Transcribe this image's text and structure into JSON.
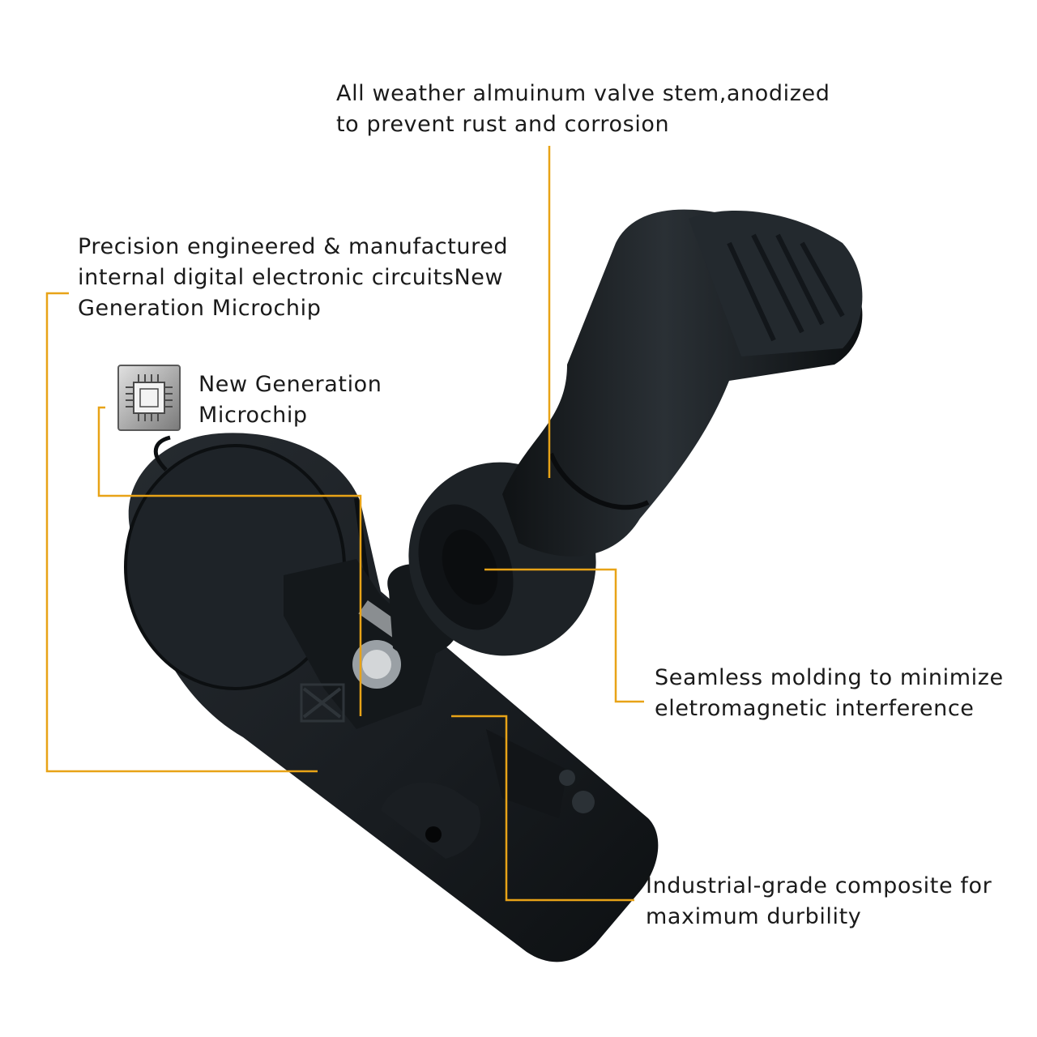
{
  "colors": {
    "leader": "#e8a317",
    "body": "#1d2226",
    "body_dark": "#0e1113",
    "brass": "#b8902a"
  },
  "icons": [
    "microchip-icon"
  ],
  "callouts": {
    "valve_stem": {
      "lines": [
        "All weather almuinum valve stem,anodized",
        "to prevent rust and corrosion"
      ]
    },
    "circuits": {
      "lines": [
        "Precision engineered & manufactured",
        "internal digital electronic circuitsNew",
        "Generation Microchip"
      ]
    },
    "microchip": {
      "lines": [
        "New Generation",
        "Microchip"
      ]
    },
    "molding": {
      "lines": [
        "Seamless molding to minimize",
        "eletromagnetic interference"
      ]
    },
    "composite": {
      "lines": [
        "Industrial-grade composite for",
        "maximum durbility"
      ]
    }
  }
}
